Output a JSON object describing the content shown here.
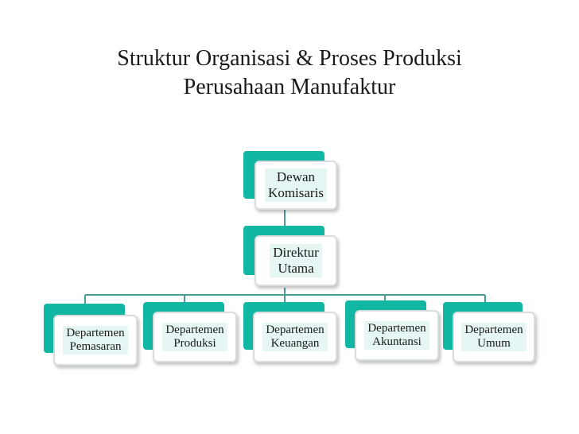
{
  "title": {
    "line1": "Struktur Organisasi & Proses Produksi",
    "line2": "Perusahaan Manufaktur"
  },
  "nodes": {
    "dewan": {
      "line1": "Dewan",
      "line2": "Komisaris"
    },
    "direktur": {
      "line1": "Direktur",
      "line2": "Utama"
    },
    "departments": [
      {
        "line1": "Departemen",
        "line2": "Pemasaran"
      },
      {
        "line1": "Departemen",
        "line2": "Produksi"
      },
      {
        "line1": "Departemen",
        "line2": "Keuangan"
      },
      {
        "line1": "Departemen",
        "line2": "Akuntansi"
      },
      {
        "line1": "Departemen",
        "line2": "Umum"
      }
    ]
  },
  "colors": {
    "accent": "#12b7a4",
    "label_bg": "#e6f6f4",
    "connector": "#4a9e96"
  }
}
